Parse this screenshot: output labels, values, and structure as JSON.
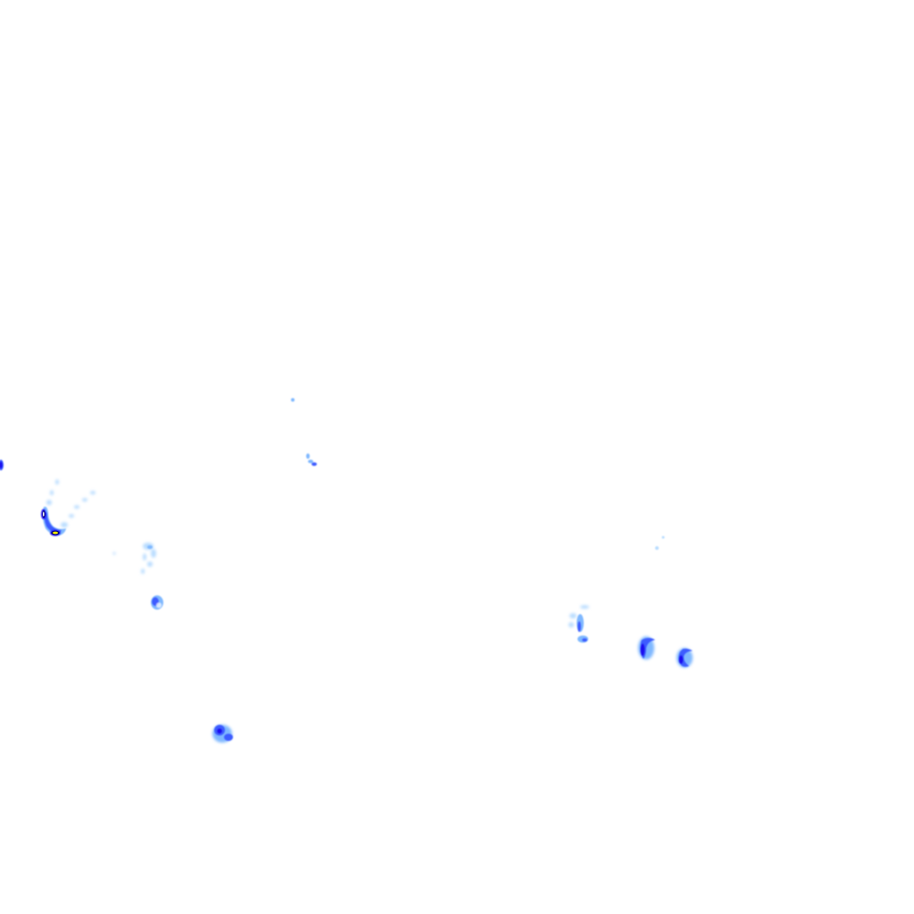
{
  "map": {
    "type": "rain-radar-overlay",
    "background": "#ffffff",
    "echo_colors": {
      "very_light": "#b8dcff",
      "light": "#7fb8ff",
      "moderate": "#3c5cff",
      "heavy": "#1a10f0",
      "very_heavy": "#000070",
      "extreme": "#f5f000"
    },
    "echo_cells": [
      {
        "id": "west-edge-cell",
        "intensity": "heavy"
      },
      {
        "id": "northwest-arc-cell",
        "intensity": "extreme"
      },
      {
        "id": "central-north-speck",
        "intensity": "light"
      },
      {
        "id": "central-small-cell",
        "intensity": "moderate"
      },
      {
        "id": "west-scattered-showers",
        "intensity": "light"
      },
      {
        "id": "west-south-cell",
        "intensity": "moderate"
      },
      {
        "id": "southwest-cell",
        "intensity": "heavy"
      },
      {
        "id": "east-speck",
        "intensity": "very_light"
      },
      {
        "id": "east-cell-1",
        "intensity": "moderate"
      },
      {
        "id": "east-cell-2",
        "intensity": "heavy"
      },
      {
        "id": "east-cell-3",
        "intensity": "heavy"
      }
    ]
  }
}
